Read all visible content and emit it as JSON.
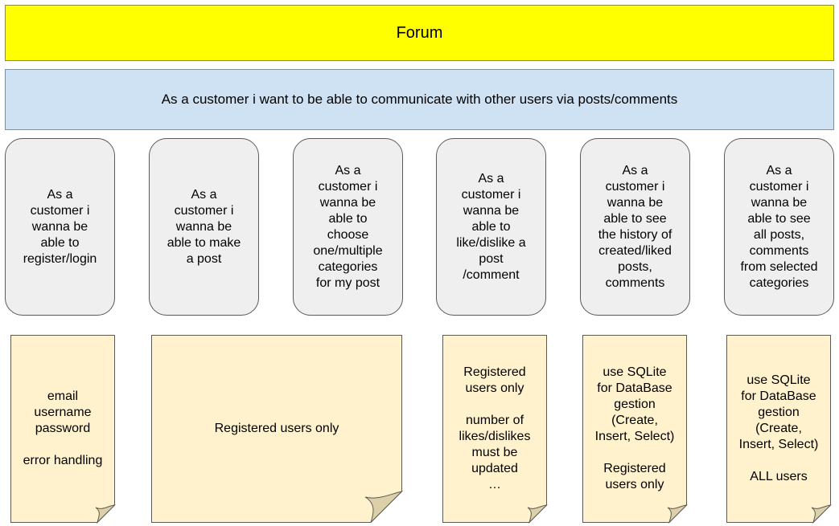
{
  "title": "Forum",
  "epic": "As a customer i want to be able to communicate with other users via posts/comments",
  "stories": [
    "As a\ncustomer i\nwanna be\nable to\nregister/login",
    "As a\ncustomer i\nwanna be\nable to make\na post",
    "As a\ncustomer i\nwanna be\nable to\nchoose\none/multiple\ncategories\nfor my post",
    "As a\ncustomer i\nwanna be\nable to\nlike/dislike a\npost\n/comment",
    "As a\ncustomer i\nwanna be\nable to see\nthe history of\ncreated/liked\nposts,\ncomments",
    "As a\ncustomer i\nwanna be\nable to see\nall posts,\ncomments\nfrom selected\ncategories"
  ],
  "notes": [
    "email\nusername\npassword\n\nerror handling",
    "Registered users only",
    "Registered\nusers only\n\nnumber of\nlikes/dislikes\nmust be\nupdated\n…",
    "use SQLite\nfor DataBase\ngestion\n(Create,\nInsert, Select)\n\nRegistered\nusers only",
    "use SQLite\nfor DataBase\ngestion\n(Create,\nInsert, Select)\n\nALL users"
  ],
  "colors": {
    "title_fill": "#ffff00",
    "epic_fill": "#cfe2f3",
    "story_fill": "#efefef",
    "note_fill": "#fff2cc",
    "note_fold": "#ddd0a8"
  }
}
